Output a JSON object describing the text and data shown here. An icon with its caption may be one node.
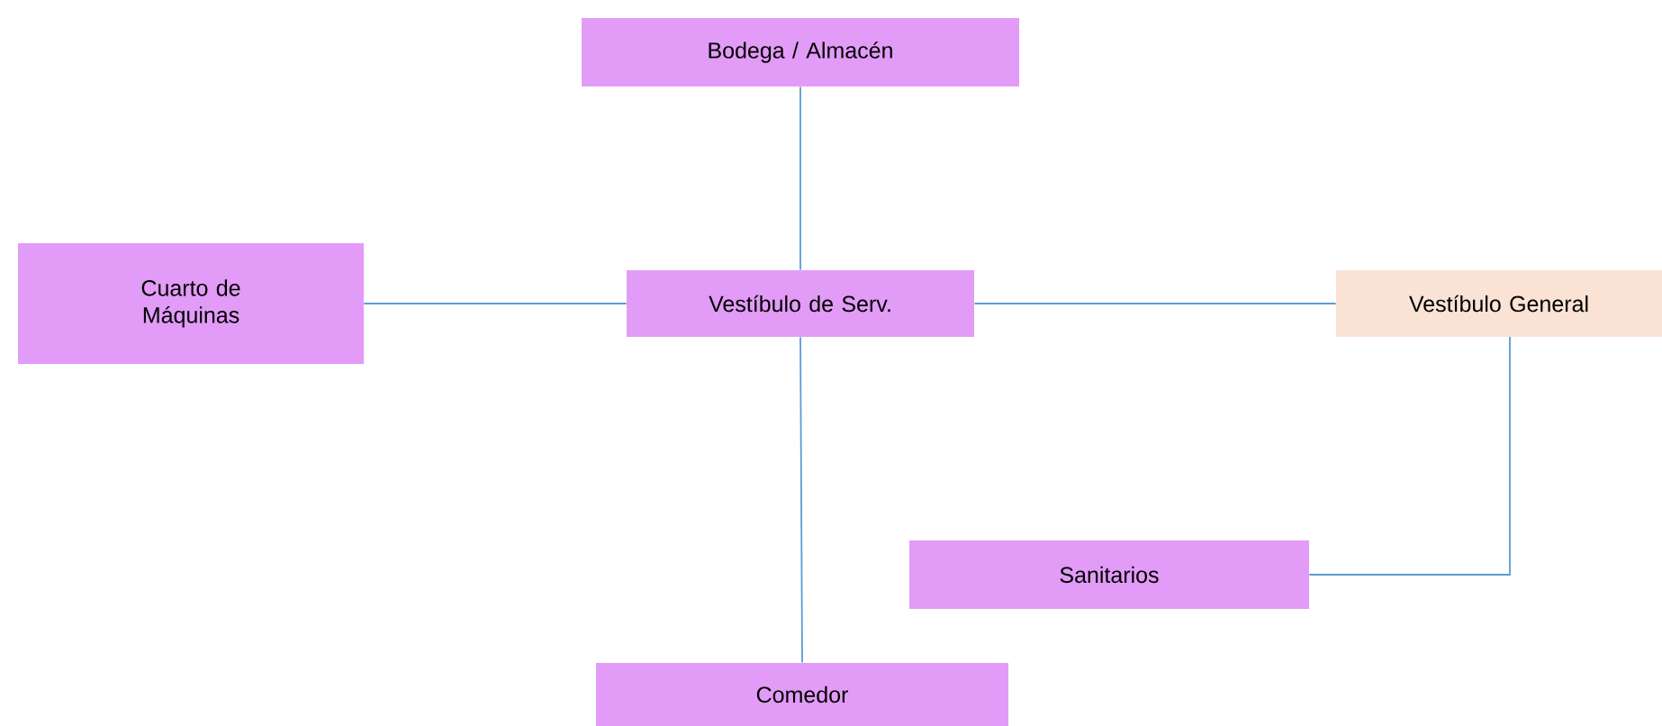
{
  "diagram": {
    "nodes": [
      {
        "text": [
          "Bodega / Almacén"
        ]
      },
      {
        "text": [
          "Cuarto de Máquinas"
        ]
      },
      {
        "text": [
          "Vestíbulo de Serv."
        ]
      },
      {
        "text": [
          "Vestíbulo General"
        ]
      },
      {
        "text": [
          "Sanitarios"
        ]
      },
      {
        "text": [
          "Comedor"
        ]
      }
    ],
    "edges": [
      {
        "from": 2,
        "to": 0,
        "arrow": "none"
      },
      {
        "from": 1,
        "to": 2,
        "arrow": "none"
      },
      {
        "from": 2,
        "to": 3,
        "arrow": "none"
      },
      {
        "from": 3,
        "to": 4,
        "arrow": "none"
      },
      {
        "from": 2,
        "to": 5,
        "arrow": "none"
      }
    ]
  }
}
